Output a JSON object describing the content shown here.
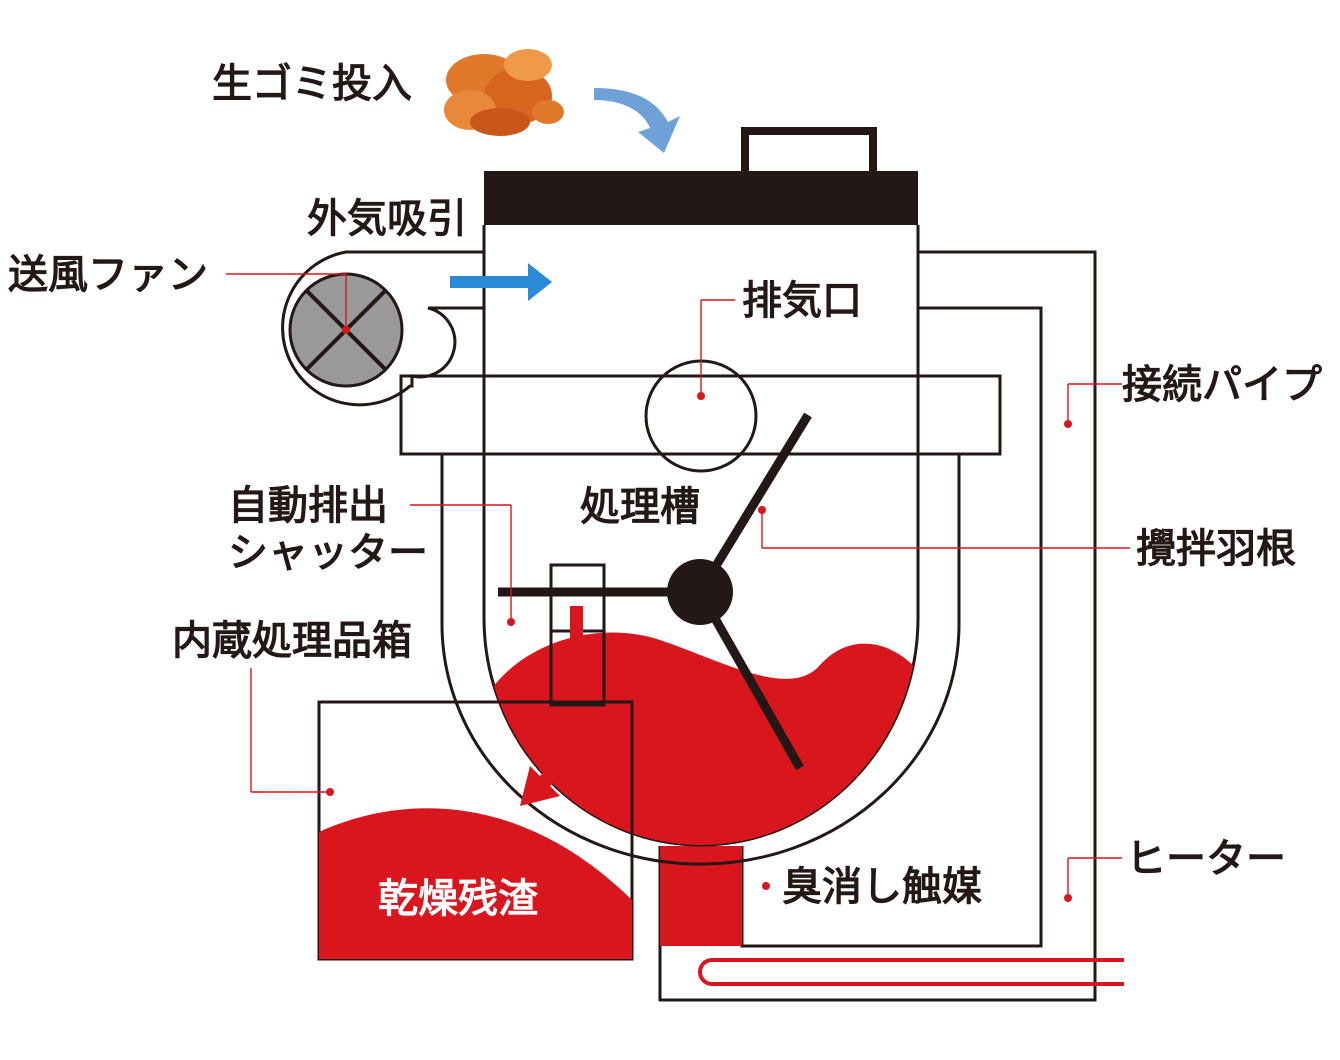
{
  "labels": {
    "food_waste_input": "生ゴミ投入",
    "outside_air_intake": "外気吸引",
    "blower_fan": "送風ファン",
    "exhaust_port": "排気口",
    "connection_pipe": "接続パイプ",
    "processing_tank": "処理槽",
    "auto_discharge_shutter_line1": "自動排出",
    "auto_discharge_shutter_line2": "シャッター",
    "stirring_blade": "攪拌羽根",
    "builtin_product_box": "内蔵処理品箱",
    "deodorizing_catalyst": "臭消し触媒",
    "heater": "ヒーター",
    "dried_residue": "乾燥残渣"
  },
  "colors": {
    "accent_red": "#d9161d",
    "ink": "#231815",
    "airflow_blue": "#2b8ad6",
    "input_arrow_blue": "#6ea1d8",
    "fan_gray": "#999999",
    "food_orange": "#e07a2a"
  },
  "icons": {
    "food_waste": "carrot-pieces-icon",
    "input_arrow": "curved-arrow-down-icon",
    "airflow_arrow": "arrow-right-icon",
    "fan": "fan-x-icon",
    "discharge_arrow": "arrow-down-icon",
    "drop_arrow": "arrow-down-left-icon"
  }
}
